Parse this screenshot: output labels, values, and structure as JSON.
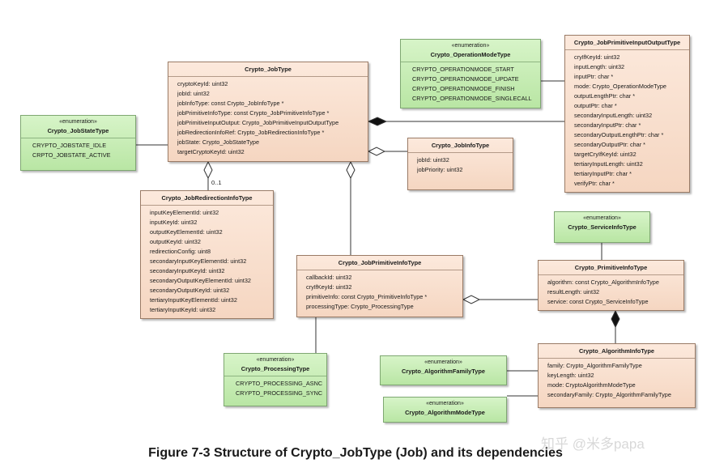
{
  "classes": {
    "job_type": {
      "name": "Crypto_JobType",
      "attributes": [
        "cryptoKeyId: uint32",
        "jobId: uint32",
        "jobInfoType: const Crypto_JobInfoType *",
        "jobPrimitiveInfoType: const Crypto_JobPrimitiveInfoType *",
        "jobPrimitiveInputOutput: Crypto_JobPrimitiveInputOutputType",
        "jobRedirectionInfoRef: Crypto_JobRedirectionInfoType *",
        "jobState: Crypto_JobStateType",
        "targetCryptoKeyId: uint32"
      ]
    },
    "job_info": {
      "name": "Crypto_JobInfoType",
      "attributes": [
        "jobId: uint32",
        "jobPriority: uint32"
      ]
    },
    "job_primitive_io": {
      "name": "Crypto_JobPrimitiveInputOutputType",
      "attributes": [
        "cryIfKeyId: uint32",
        "inputLength: uint32",
        "inputPtr: char *",
        "mode: Crypto_OperationModeType",
        "outputLengthPtr: char *",
        "outputPtr: char *",
        "secondaryInputLength: uint32",
        "secondaryInputPtr: char *",
        "secondaryOutputLengthPtr: char *",
        "secondaryOutputPtr: char *",
        "targetCryIfKeyId: uint32",
        "tertiaryInputLength: uint32",
        "tertiaryInputPtr: char *",
        "verifyPtr: char *"
      ]
    },
    "job_redirection": {
      "name": "Crypto_JobRedirectionInfoType",
      "attributes": [
        "inputKeyElementId: uint32",
        "inputKeyId: uint32",
        "outputKeyElementId: uint32",
        "outputKeyId: uint32",
        "redirectionConfig: uint8",
        "secondaryInputKeyElementId: uint32",
        "secondaryInputKeyId: uint32",
        "secondaryOutputKeyElementId: uint32",
        "secondaryOutputKeyId: uint32",
        "tertiaryInputKeyElementId: uint32",
        "tertiaryInputKeyId: uint32"
      ]
    },
    "job_primitive_info": {
      "name": "Crypto_JobPrimitiveInfoType",
      "attributes": [
        "callbackId: uint32",
        "cryIfKeyId: uint32",
        "primitiveInfo: const Crypto_PrimitiveInfoType *",
        "processingType: Crypto_ProcessingType"
      ]
    },
    "primitive_info": {
      "name": "Crypto_PrimitiveInfoType",
      "attributes": [
        "algorithm: const Crypto_AlgorithmInfoType",
        "resultLength: uint32",
        "service: const Crypto_ServiceInfoType"
      ]
    },
    "algorithm_info": {
      "name": "Crypto_AlgorithmInfoType",
      "attributes": [
        "family: Crypto_AlgorithmFamilyType",
        "keyLength: uint32",
        "mode: CryptoAlgorithmModeType",
        "secondaryFamily: Crypto_AlgorithmFamilyType"
      ]
    }
  },
  "enums": {
    "stereotype": "«enumeration»",
    "job_state": {
      "name": "Crypto_JobStateType",
      "values": [
        "CRYPTO_JOBSTATE_IDLE",
        "CRPTO_JOBSTATE_ACTIVE"
      ]
    },
    "operation_mode": {
      "name": "Crypto_OperationModeType",
      "values": [
        "CRYPTO_OPERATIONMODE_START",
        "CRYPTO_OPERATIONMODE_UPDATE",
        "CRYPTO_OPERATIONMODE_FINISH",
        "CRYPTO_OPERATIONMODE_SINGLECALL"
      ]
    },
    "service_info": {
      "name": "Crypto_ServiceInfoType",
      "values": []
    },
    "processing": {
      "name": "Crypto_ProcessingType",
      "values": [
        "CRYPTO_PROCESSING_ASNC",
        "CRYPTO_PROCESSING_SYNC"
      ]
    },
    "algorithm_family": {
      "name": "Crypto_AlgorithmFamilyType",
      "values": []
    },
    "algorithm_mode": {
      "name": "Crypto_AlgorithmModeType",
      "values": []
    }
  },
  "multiplicity": {
    "redirection": "0..1"
  },
  "caption": "Figure 7-3 Structure of Crypto_JobType (Job) and its dependencies",
  "watermark": "知乎 @米多papa",
  "colors": {
    "class_fill": "#f5d6c1",
    "enum_fill": "#b9e6a4",
    "line": "#333333"
  }
}
